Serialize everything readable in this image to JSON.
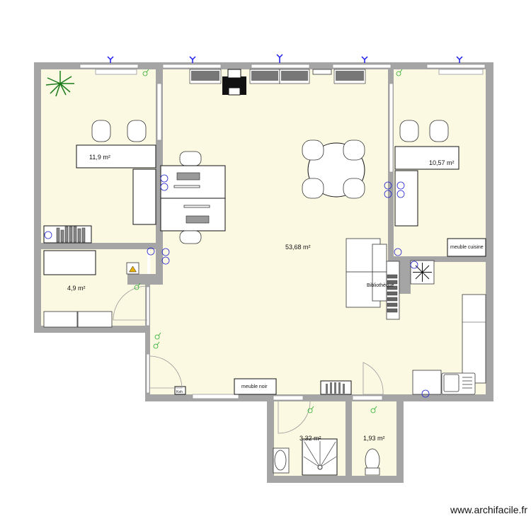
{
  "rooms": {
    "office_left": "11,9 m²",
    "main": "53,68 m²",
    "office_right": "10,57 m²",
    "storage": "4,9 m²",
    "bathroom": "3,32 m²",
    "wc": "1,93 m²"
  },
  "furniture": {
    "kitchen_cabinet": "meuble cuisine",
    "black_cabinet": "meuble noir",
    "bookcase": "Bibliothèque",
    "small_box": "Keh"
  },
  "watermark": "www.archifacile.fr",
  "colors": {
    "wall": "#a5a5a5",
    "floor": "#fcf9e3",
    "socket": "#2222cc",
    "light": "#22aa22",
    "antenna": "#1a1aee"
  },
  "icons": [
    "plant-icon",
    "printer-icon",
    "antenna-icon",
    "socket-icon",
    "light-switch-icon",
    "shower-icon",
    "toilet-icon",
    "sink-icon",
    "washbasin-icon",
    "hazard-panel-icon"
  ]
}
